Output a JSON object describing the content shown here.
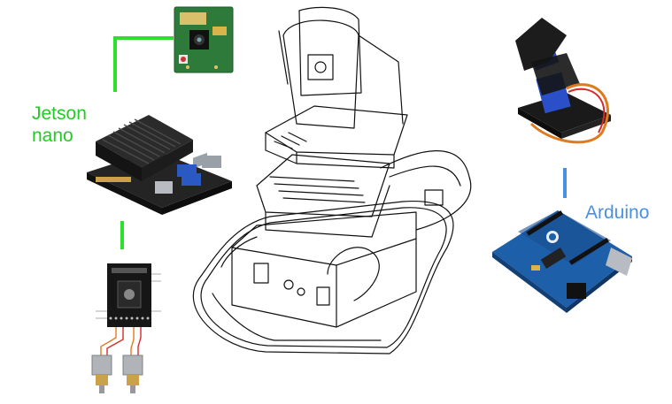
{
  "labels": {
    "jetson_line1": "Jetson",
    "jetson_line2": "nano",
    "arduino": "Arduino"
  },
  "colors": {
    "jetson_link": "#2ee02e",
    "arduino_link": "#4a90e2",
    "jetson_text": "#22cc22",
    "arduino_text": "#4a90e2",
    "sketch_line": "#111111",
    "board_green": "#2d7a3a",
    "board_black": "#1a1a1a",
    "arduino_blue": "#1d5fa8",
    "servo_blue": "#2a4fc9",
    "wire_orange": "#e07a1f",
    "wire_red": "#d62b2b"
  },
  "components": [
    {
      "name": "camera-module",
      "icon": "camera-board-icon"
    },
    {
      "name": "jetson-nano-board",
      "icon": "heatsink-board-icon"
    },
    {
      "name": "motor-driver",
      "icon": "driver-board-icon"
    },
    {
      "name": "pan-tilt-servo",
      "icon": "servo-mount-icon"
    },
    {
      "name": "arduino-board",
      "icon": "arduino-board-icon"
    },
    {
      "name": "robot-sketch",
      "icon": "tracked-robot-icon"
    }
  ]
}
